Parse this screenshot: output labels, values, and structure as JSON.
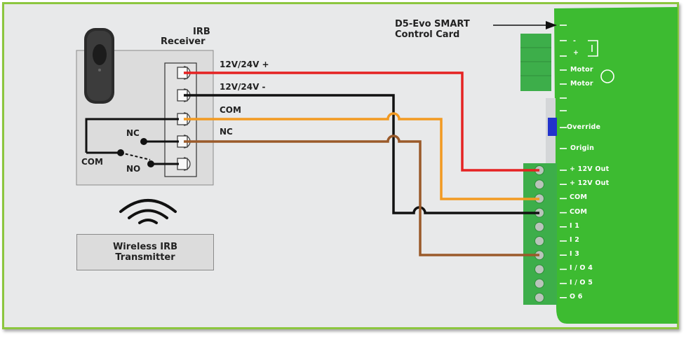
{
  "receiver": {
    "title": "IRB",
    "subtitle": "Receiver"
  },
  "wire_labels": {
    "v_plus": "12V/24V +",
    "v_minus": "12V/24V -",
    "com": "COM",
    "nc": "NC"
  },
  "relay_labels": {
    "nc": "NC",
    "no": "NO",
    "com": "COM"
  },
  "transmitter": {
    "line1": "Wireless IRB",
    "line2": "Transmitter"
  },
  "control_card": {
    "line1": "D5-Evo SMART",
    "line2": "Control Card"
  },
  "card_terminals": [
    "+ 12V Out",
    "+ 12V Out",
    "COM",
    "COM",
    "I 1",
    "I 2",
    "I 3",
    "I / O 4",
    "I / O 5",
    "O 6"
  ],
  "card_upper_labels": {
    "motor_1": "Motor",
    "motor_2": "Motor",
    "override": "Override",
    "origin": "Origin",
    "minus": "-",
    "plus": "+"
  },
  "colors": {
    "frame": "#8cc63f",
    "card": "#3dbb31",
    "red_wire": "#e52222",
    "black_wire": "#111111",
    "orange_wire": "#f29a22",
    "brown_wire": "#9a5a2a",
    "terminal_block": "#3dae4a"
  }
}
